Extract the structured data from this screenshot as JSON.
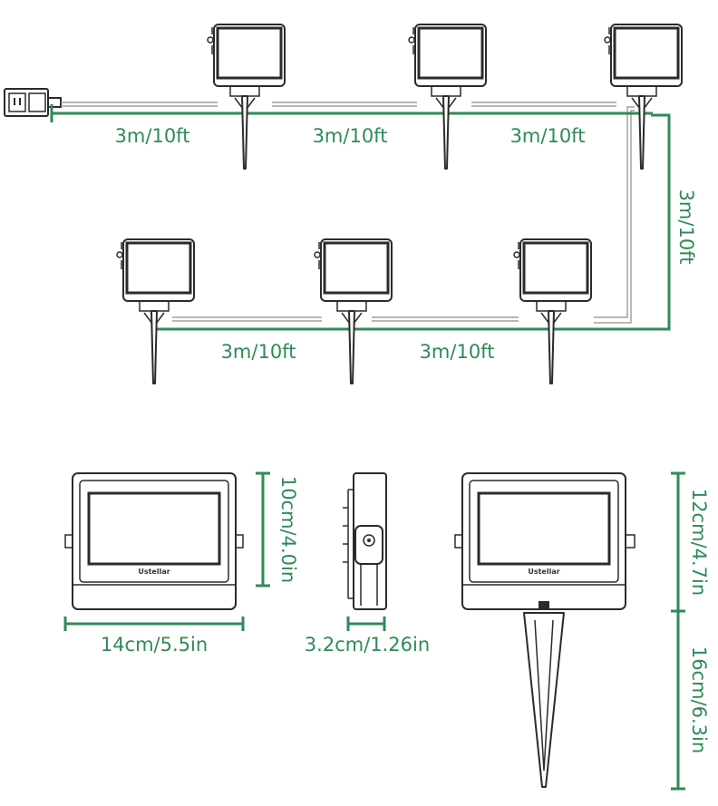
{
  "brand": "Ustellar",
  "colors": {
    "accent": "#2e8b57",
    "outline": "#2b2b2b",
    "cable": "#8c8c8c"
  },
  "icons": [
    "power-plug-icon",
    "flood-light-icon",
    "ground-stake-icon"
  ],
  "wiring": {
    "segment_labels": [
      "3m/10ft",
      "3m/10ft",
      "3m/10ft",
      "3m/10ft",
      "3m/10ft",
      "3m/10ft"
    ]
  },
  "dimensions": {
    "front_width": "14cm/5.5in",
    "front_height": "10cm/4.0in",
    "side_depth": "3.2cm/1.26in",
    "light_height": "12cm/4.7in",
    "stake_length": "16cm/6.3in"
  }
}
